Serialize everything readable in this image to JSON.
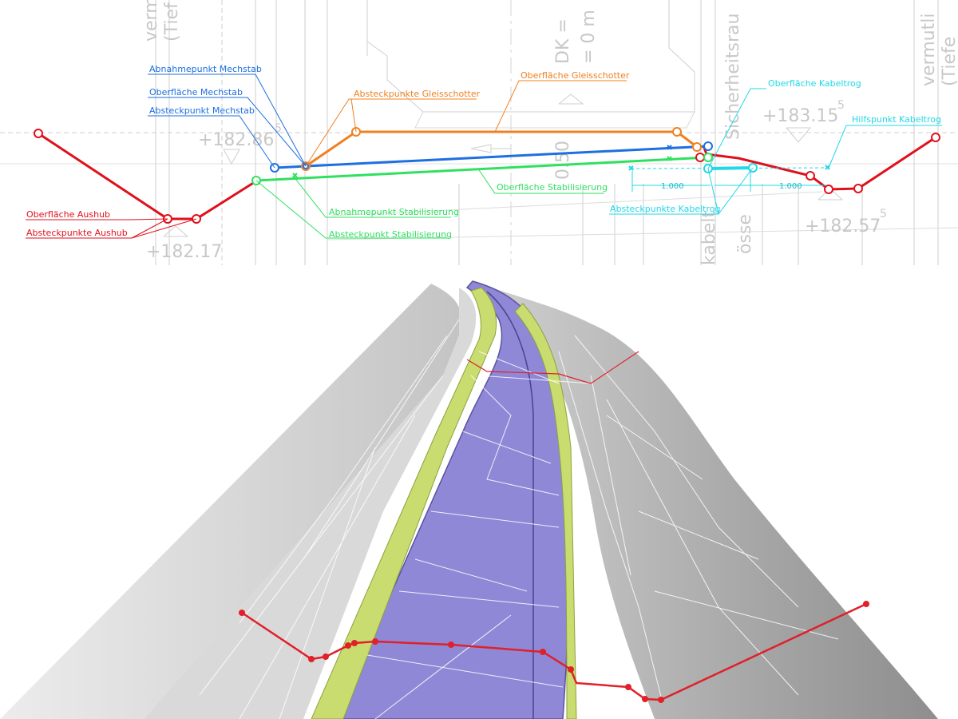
{
  "section": {
    "background_elevations": [
      "+182.86",
      "+183.15",
      "+182.17",
      "+182.57"
    ],
    "background_superscripts": [
      "5",
      "5",
      "5"
    ],
    "background_vertical_text": [
      "verm",
      "(Tief",
      "Sicherheitsrau",
      "vermutli",
      "(Tiefe",
      "kabelt",
      "össe",
      "DK = ",
      "= 0 m",
      "0.50"
    ],
    "dimensions": [
      "1.000",
      "1.000"
    ],
    "labels": {
      "abnahmepunkt_mechstab": "Abnahmepunkt Mechstab",
      "oberflaeche_mechstab": "Oberfläche Mechstab",
      "absteckpunkt_mechstab": "Absteckpunkt Mechstab",
      "absteckpunkte_gleisschotter": "Absteckpunkte Gleisschotter",
      "oberflaeche_gleisschotter": "Oberfläche Gleisschotter",
      "oberflaeche_kabeltrog": "Oberfläche Kabeltrog",
      "hilfspunkt_kabeltrog": "Hilfspunkt Kabeltrog",
      "oberflaeche_aushub": "Oberfläche Aushub",
      "absteckpunkte_aushub": "Absteckpunkte Aushub",
      "oberflaeche_stabilisierung": "Oberfläche Stabilisierung",
      "abnahmepunkt_stabilisierung": "Abnahmepunkt Stabilisierung",
      "absteckpunkt_stabilisierung": "Absteckpunkt Stabilisierung",
      "absteckpunkte_kabeltrog": "Absteckpunkte Kabeltrog"
    },
    "colors": {
      "aushub": "#e0101c",
      "gleisschotter": "#f08020",
      "mechstab": "#1e6fe0",
      "stabilisierung": "#30e060",
      "kabeltrog": "#20d8e8",
      "grid": "#c0c0c0"
    }
  },
  "model": {
    "colors": {
      "terrain": "#9a9a9a",
      "track_bed": "#9088d8",
      "shoulder": "#c8dc70",
      "section_line": "#e0202a"
    }
  }
}
